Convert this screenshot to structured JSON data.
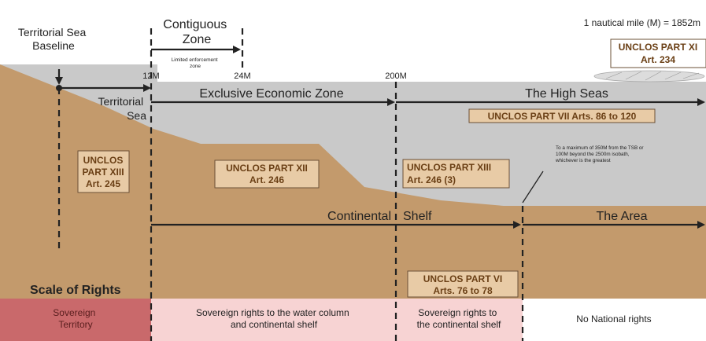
{
  "header": {
    "baseline_label_line1": "Territorial Sea",
    "baseline_label_line2": "Baseline",
    "contiguous_line1": "Contiguous",
    "contiguous_line2": "Zone",
    "limited_enforcement_line1": "Limited enforcement",
    "limited_enforcement_line2": "zone",
    "nautical_mile_note": "1 nautical mile (M) = 1852m"
  },
  "markers": {
    "m12": "12M",
    "m24": "24M",
    "m200": "200M"
  },
  "zones": {
    "territorial_line1": "Territorial",
    "territorial_line2": "Sea",
    "eez": "Exclusive Economic Zone",
    "high_seas": "The High Seas",
    "continental": "Continental",
    "shelf": "Shelf",
    "area": "The Area"
  },
  "boxes": {
    "part_xi_line1": "UNCLOS PART XI",
    "part_xi_line2": "Art. 234",
    "part_vii": "UNCLOS PART VII  Arts. 86 to 120",
    "part_xiii_a_line1": "UNCLOS",
    "part_xiii_a_line2": "PART XIII",
    "part_xiii_a_line3": "Art. 245",
    "part_xii_line1": "UNCLOS PART XII",
    "part_xii_line2": "Art. 246",
    "part_xiii_b_line1": "UNCLOS PART XIII",
    "part_xiii_b_line2": "Art. 246 (3)",
    "part_vi_line1": "UNCLOS PART VI",
    "part_vi_line2": "Arts. 76 to 78"
  },
  "note": {
    "line1": "To a maximum of 350M from the TSB or",
    "line2": "100M beyond the 2500m isobath,",
    "line3": "whichever is the greatest"
  },
  "scale_title": "Scale of Rights",
  "rights": {
    "sovereign_line1": "Sovereign",
    "sovereign_line2": "Territory",
    "water_line1": "Sovereign rights to the water column",
    "water_line2": "and continental shelf",
    "shelf_line1": "Sovereign rights to",
    "shelf_line2": "the continental shelf",
    "none": "No National rights"
  },
  "colors": {
    "land": "#c39a6c",
    "sea": "#c9c9c9",
    "box_fill": "#e8cba6",
    "box_text": "#6a3f15",
    "sovereign_cell": "#c9696b",
    "rights_cell": "#f7d3d3"
  }
}
